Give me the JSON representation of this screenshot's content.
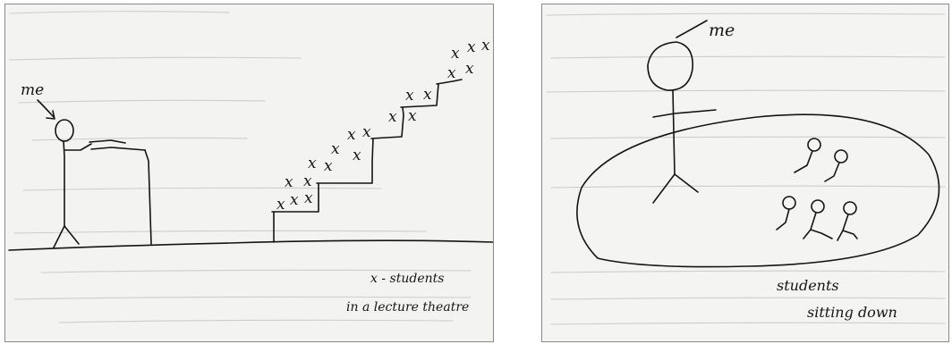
{
  "figure_left": {
    "label_me": "me",
    "legend_line_1": "x - students",
    "legend_line_2": "in a lecture theatre",
    "student_mark": "x"
  },
  "figure_right": {
    "label_me": "me",
    "caption_line_1": "students",
    "caption_line_2": "sitting down"
  },
  "colors": {
    "ink": "#141414",
    "paper_left": "#f3f3f1",
    "paper_right": "#f4f4f2",
    "border": "#8a8a8a",
    "bleed_through": "#cdcdcb"
  }
}
